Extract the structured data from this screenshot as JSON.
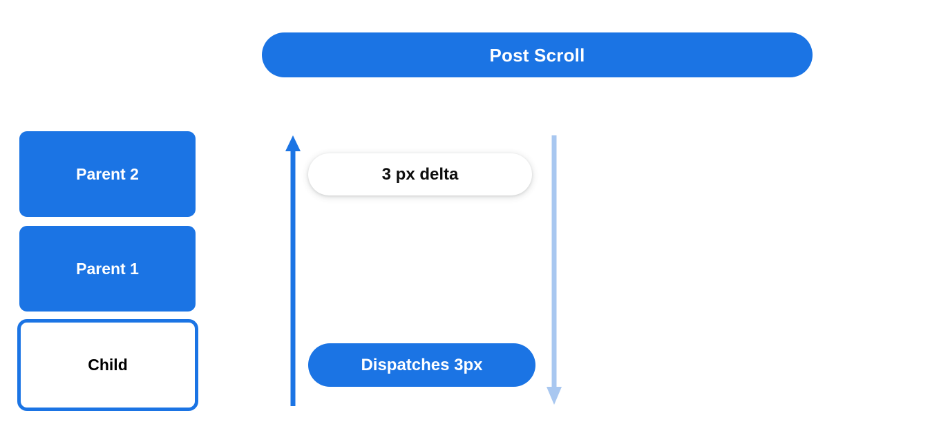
{
  "diagram": {
    "title": "Post Scroll",
    "background_color": "#ffffff",
    "accent_color": "#1b74e4",
    "muted_accent_color": "#a8c7f0",
    "header": {
      "label": "Post Scroll"
    },
    "hierarchy": {
      "boxes": [
        {
          "id": "parent2",
          "label": "Parent 2",
          "style": "filled"
        },
        {
          "id": "parent1",
          "label": "Parent 1",
          "style": "filled"
        },
        {
          "id": "child",
          "label": "Child",
          "style": "outlined"
        }
      ]
    },
    "flow": {
      "chips": [
        {
          "id": "delta",
          "label": "3 px delta",
          "style": "white-shadow"
        },
        {
          "id": "dispatch",
          "label": "Dispatches 3px",
          "style": "filled-blue"
        }
      ],
      "arrows": [
        {
          "id": "up-arrow",
          "direction": "up",
          "color": "#1b74e4",
          "icon": "arrow-up-icon"
        },
        {
          "id": "down-arrow",
          "direction": "down",
          "color": "#a8c7f0",
          "icon": "arrow-down-icon"
        }
      ]
    }
  }
}
